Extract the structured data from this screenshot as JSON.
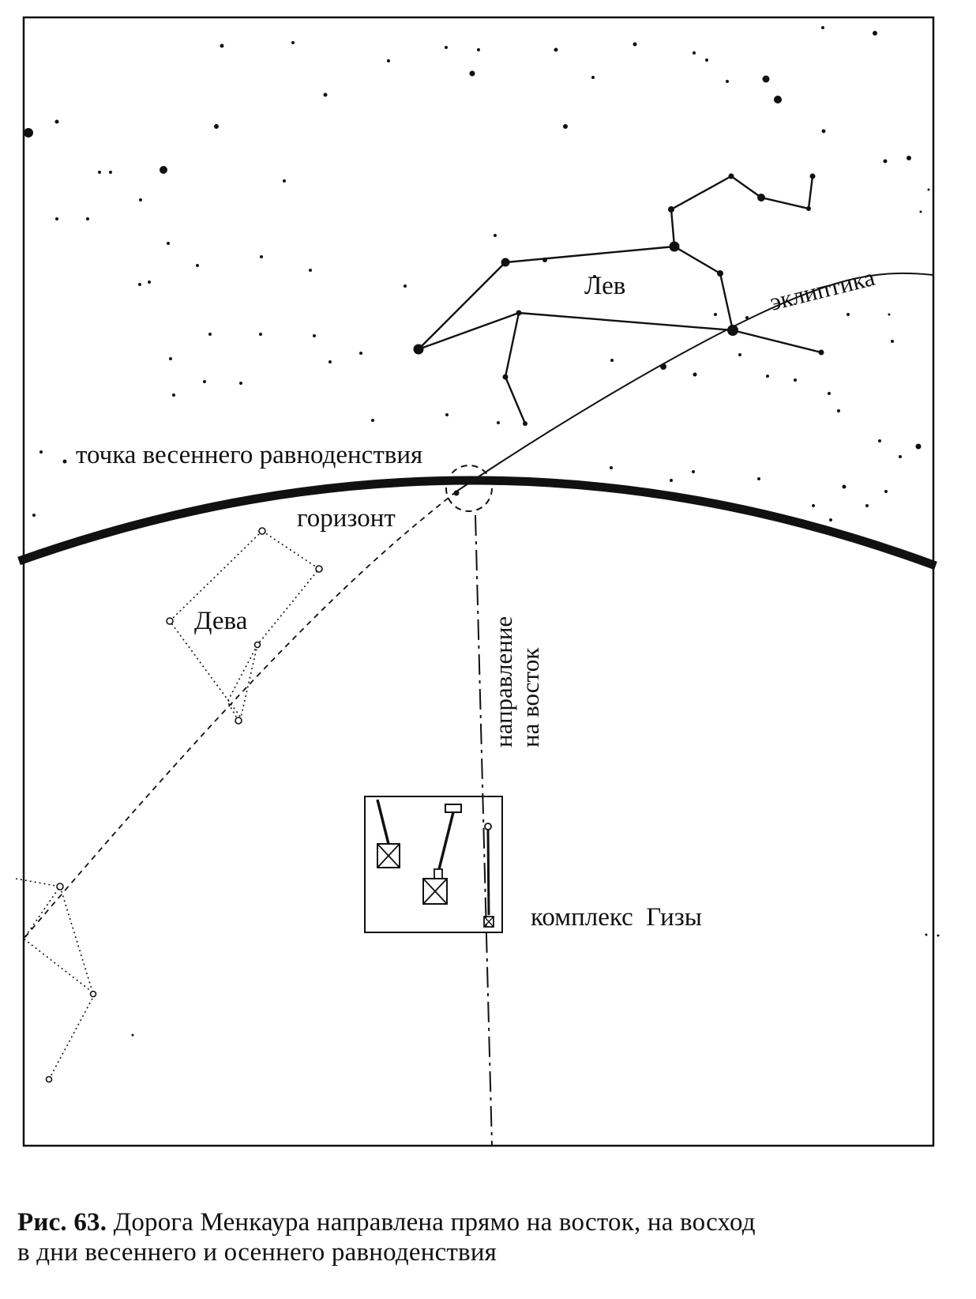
{
  "labels": {
    "leo": "Лев",
    "ecliptic": "эклиптика",
    "equinox_point": "точка весеннего равноденствия",
    "horizon": "горизонт",
    "virgo": "Дева",
    "east_direction_line1": "направление",
    "east_direction_line2": "на восток",
    "giza_complex": "комплекс  Гизы"
  },
  "caption": {
    "number": "Рис. 63.",
    "line1": " Дорога Менкаура направлена прямо на восток, на восход",
    "line2": "в дни весеннего и осеннего равноденствия"
  },
  "colors": {
    "ink": "#111111",
    "paper": "#ffffff"
  }
}
